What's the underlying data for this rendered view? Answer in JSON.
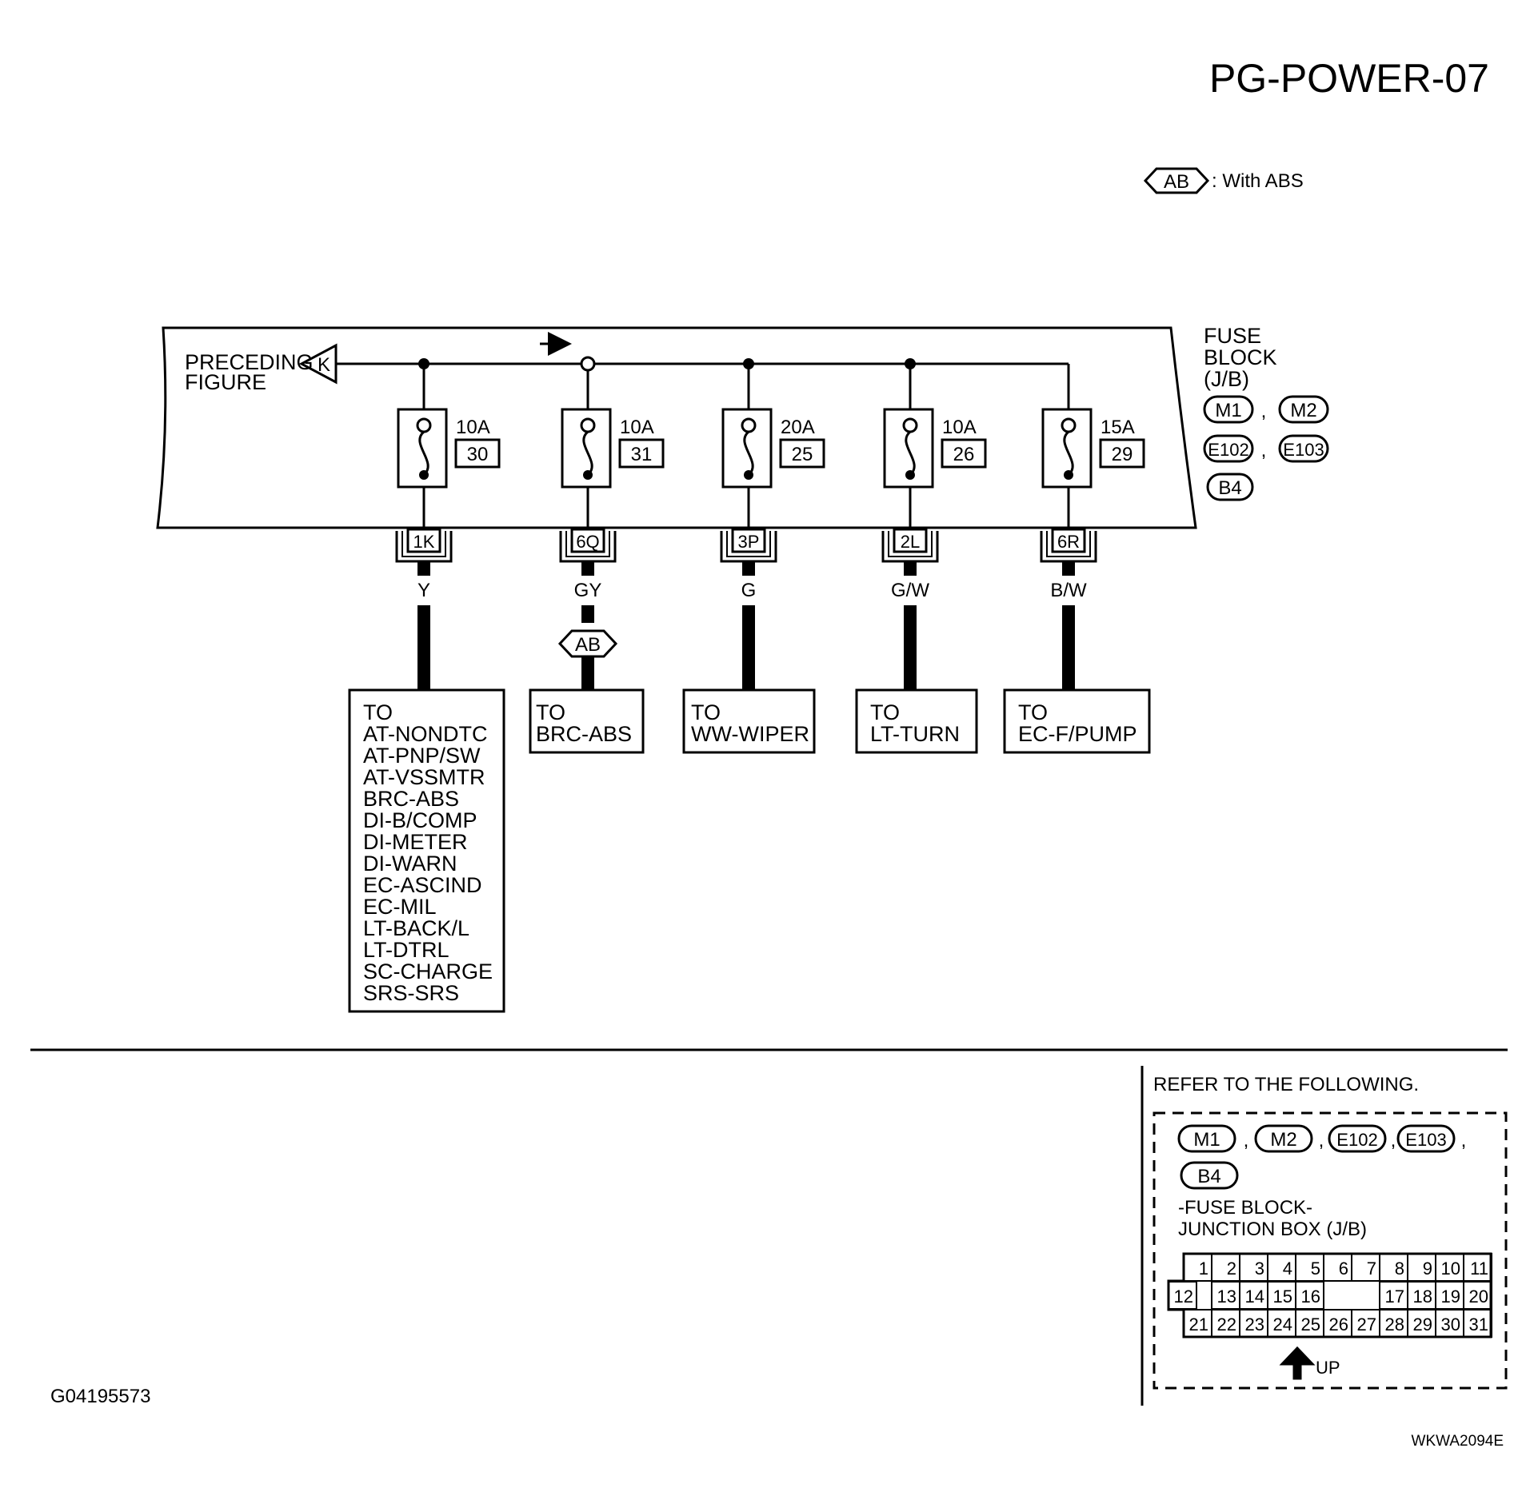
{
  "page_id": "PG-POWER-07",
  "legend": {
    "tag": "AB",
    "text": ": With ABS"
  },
  "preceding": {
    "line1": "PRECEDING",
    "line2": "FIGURE",
    "arrow_label": "K"
  },
  "fuse_block": {
    "line1": "FUSE",
    "line2": "BLOCK",
    "line3": "(J/B)",
    "connectors": [
      "M1",
      "M2",
      "E102",
      "E103",
      "B4"
    ],
    "sep": ","
  },
  "fuses": [
    {
      "amp": "10A",
      "num": "30",
      "terminal": "1K",
      "wire": "Y"
    },
    {
      "amp": "10A",
      "num": "31",
      "terminal": "6Q",
      "wire": "GY"
    },
    {
      "amp": "20A",
      "num": "25",
      "terminal": "3P",
      "wire": "G"
    },
    {
      "amp": "10A",
      "num": "26",
      "terminal": "2L",
      "wire": "G/W"
    },
    {
      "amp": "15A",
      "num": "29",
      "terminal": "6R",
      "wire": "B/W"
    }
  ],
  "abs_tag": "AB",
  "destinations": [
    [
      "TO",
      "AT-NONDTC",
      "AT-PNP/SW",
      "AT-VSSMTR",
      "BRC-ABS",
      "DI-B/COMP",
      "DI-METER",
      "DI-WARN",
      "EC-ASCIND",
      "EC-MIL",
      "LT-BACK/L",
      "LT-DTRL",
      "SC-CHARGE",
      "SRS-SRS"
    ],
    [
      "TO",
      "BRC-ABS"
    ],
    [
      "TO",
      "WW-WIPER"
    ],
    [
      "TO",
      "LT-TURN"
    ],
    [
      "TO",
      "EC-F/PUMP"
    ]
  ],
  "refer": {
    "title": "REFER TO THE FOLLOWING.",
    "connectors": [
      "M1",
      "M2",
      "E102",
      "E103",
      "B4"
    ],
    "sep": ",",
    "desc1": "-FUSE BLOCK-",
    "desc2": "JUNCTION BOX (J/B)",
    "grid": {
      "row1": [
        "1",
        "2",
        "3",
        "4",
        "5",
        "6",
        "7",
        "8",
        "9",
        "10",
        "11"
      ],
      "row2": [
        "12",
        "13",
        "14",
        "15",
        "16",
        "17",
        "18",
        "19",
        "20"
      ],
      "row3": [
        "21",
        "22",
        "23",
        "24",
        "25",
        "26",
        "27",
        "28",
        "29",
        "30",
        "31"
      ]
    },
    "up_label": "UP"
  },
  "figure_code": "G04195573",
  "ref_code": "WKWA2094E"
}
